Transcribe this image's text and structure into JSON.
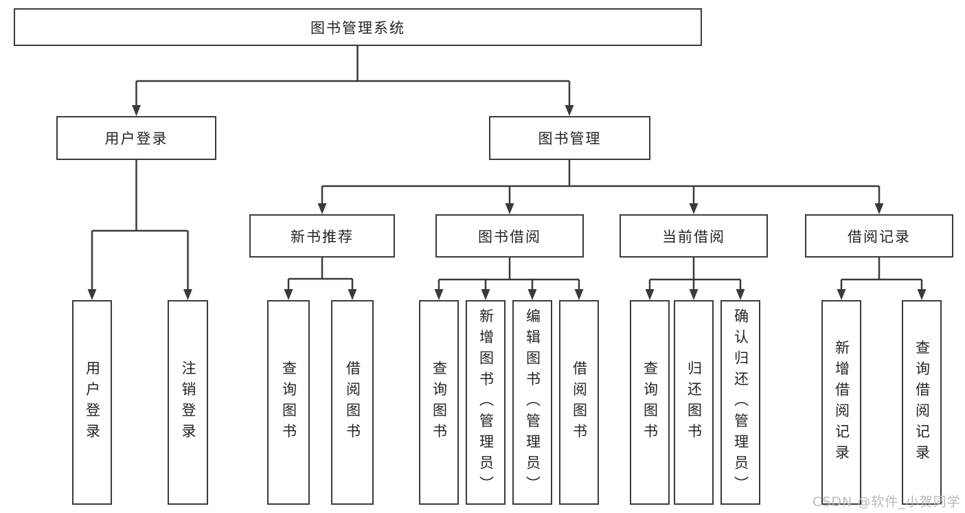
{
  "tree": {
    "label": "图书管理系统",
    "children": [
      {
        "label": "用户登录",
        "children": [
          {
            "label": "用户登录"
          },
          {
            "label": "注销登录"
          }
        ]
      },
      {
        "label": "图书管理",
        "children": [
          {
            "label": "新书推荐",
            "children": [
              {
                "label": "查询图书"
              },
              {
                "label": "借阅图书"
              }
            ]
          },
          {
            "label": "图书借阅",
            "children": [
              {
                "label": "查询图书"
              },
              {
                "label": "新增图书（管理员）"
              },
              {
                "label": "编辑图书（管理员）"
              },
              {
                "label": "借阅图书"
              }
            ]
          },
          {
            "label": "当前借阅",
            "children": [
              {
                "label": "查询图书"
              },
              {
                "label": "归还图书"
              },
              {
                "label": "确认归还（管理员）"
              }
            ]
          },
          {
            "label": "借阅记录",
            "children": [
              {
                "label": "新增借阅记录"
              },
              {
                "label": "查询借阅记录"
              }
            ]
          }
        ]
      }
    ]
  },
  "watermark": "CSDN @软件_小贺同学",
  "colors": {
    "line": "#3a3a3a",
    "box_border": "#3a3a3a",
    "box_fill": "#ffffff",
    "text": "#242424",
    "watermark": "#b9b9b9"
  }
}
